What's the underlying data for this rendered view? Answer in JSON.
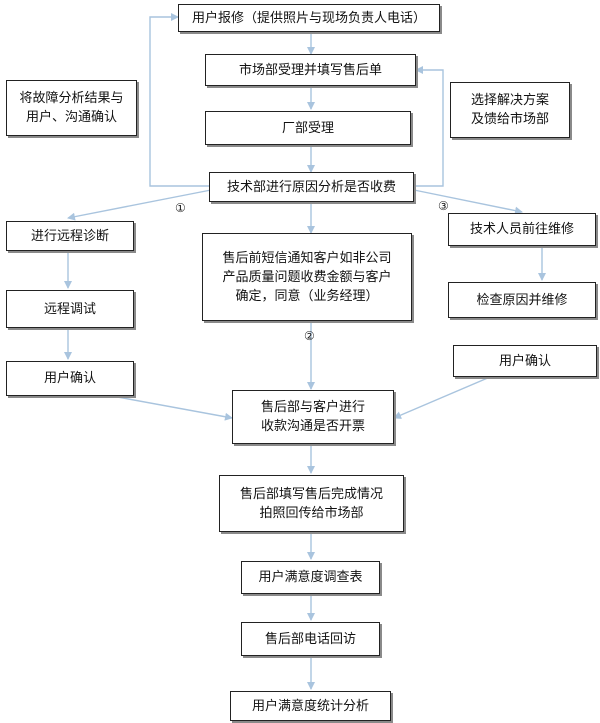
{
  "nodes": {
    "report": "用户报修（提供照片与现场负责人电话）",
    "market_accept": "市场部受理并填写售后单",
    "factory_accept": "厂部受理",
    "tech_analysis": "技术部进行原因分析是否收费",
    "note_confirm": [
      "将故障分析结果与",
      "用户、沟通确认"
    ],
    "note_plan": [
      "选择解决方案",
      "及馈给市场部"
    ],
    "remote_diag": "进行远程诊断",
    "sms_notice": [
      "售后前短信通知客户如非公司",
      "产品质量问题收费金额与客户",
      "确定，同意（业务经理）"
    ],
    "tech_onsite": "技术人员前往维修",
    "remote_debug": "远程调试",
    "check_repair": "检查原因并维修",
    "user_confirm_left": "用户确认",
    "user_confirm_right": "用户确认",
    "after_sales_comm": [
      "售后部与客户进行",
      "收款沟通是否开票"
    ],
    "fill_report": [
      "售后部填写售后完成情况",
      "拍照回传给市场部"
    ],
    "survey": "用户满意度调查表",
    "phone_visit": "售后部电话回访",
    "stats": "用户满意度统计分析"
  },
  "markers": {
    "m1": "①",
    "m2": "②",
    "m3": "③"
  },
  "colors": {
    "arrow": "#a9c4de",
    "border": "#222222",
    "shadow": "#8a8a8a"
  }
}
